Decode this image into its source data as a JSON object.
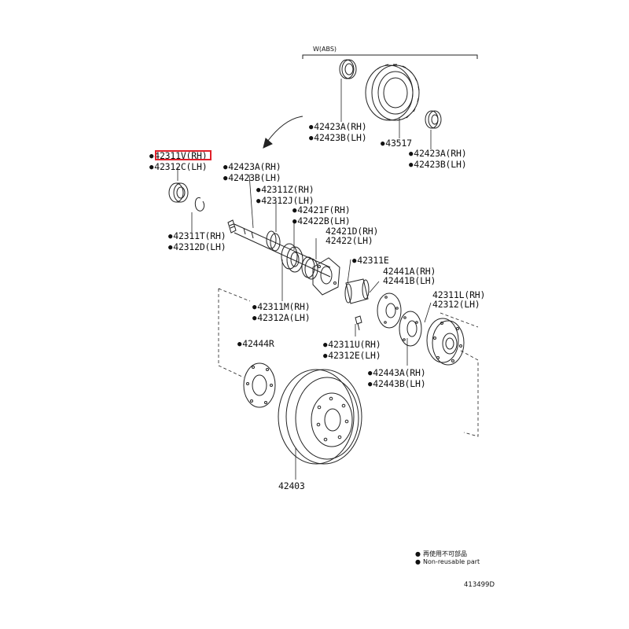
{
  "diagram": {
    "group_label": "W(ABS)",
    "drawing_code": "413499D",
    "bullet": "●",
    "callouts": [
      {
        "id": "c1",
        "lines": [
          "42423A(RH)",
          "42423B(LH)"
        ]
      },
      {
        "id": "c2",
        "lines": [
          "43517"
        ]
      },
      {
        "id": "c3",
        "lines": [
          "42423A(RH)",
          "42423B(LH)"
        ]
      },
      {
        "id": "c4",
        "lines": [
          "42311V(RH)",
          "42312C(LH)"
        ]
      },
      {
        "id": "c5",
        "lines": [
          "42423A(RH)",
          "42423B(LH)"
        ]
      },
      {
        "id": "c6",
        "lines": [
          "42311Z(RH)",
          "42312J(LH)"
        ]
      },
      {
        "id": "c7",
        "lines": [
          "42421F(RH)",
          "42422B(LH)"
        ]
      },
      {
        "id": "c8",
        "lines": [
          "42421D(RH)",
          "42422(LH)"
        ]
      },
      {
        "id": "c9",
        "lines": [
          "42311T(RH)",
          "42312D(LH)"
        ]
      },
      {
        "id": "c10",
        "lines": [
          "42311E"
        ]
      },
      {
        "id": "c11",
        "lines": [
          "42441A(RH)",
          "42441B(LH)"
        ]
      },
      {
        "id": "c12",
        "lines": [
          "42311L(RH)",
          "42312(LH)"
        ]
      },
      {
        "id": "c13",
        "lines": [
          "42311M(RH)",
          "42312A(LH)"
        ]
      },
      {
        "id": "c14",
        "lines": [
          "42444R"
        ]
      },
      {
        "id": "c15",
        "lines": [
          "42311U(RH)",
          "42312E(LH)"
        ]
      },
      {
        "id": "c16",
        "lines": [
          "42443A(RH)",
          "42443B(LH)"
        ]
      },
      {
        "id": "c17",
        "lines": [
          "42403"
        ]
      }
    ],
    "highlighted_part": "42311V(RH)",
    "highlight_color": "#e0202a",
    "legend": [
      {
        "text": "再使用不可部品"
      },
      {
        "text": "Non-reusable part"
      }
    ]
  }
}
